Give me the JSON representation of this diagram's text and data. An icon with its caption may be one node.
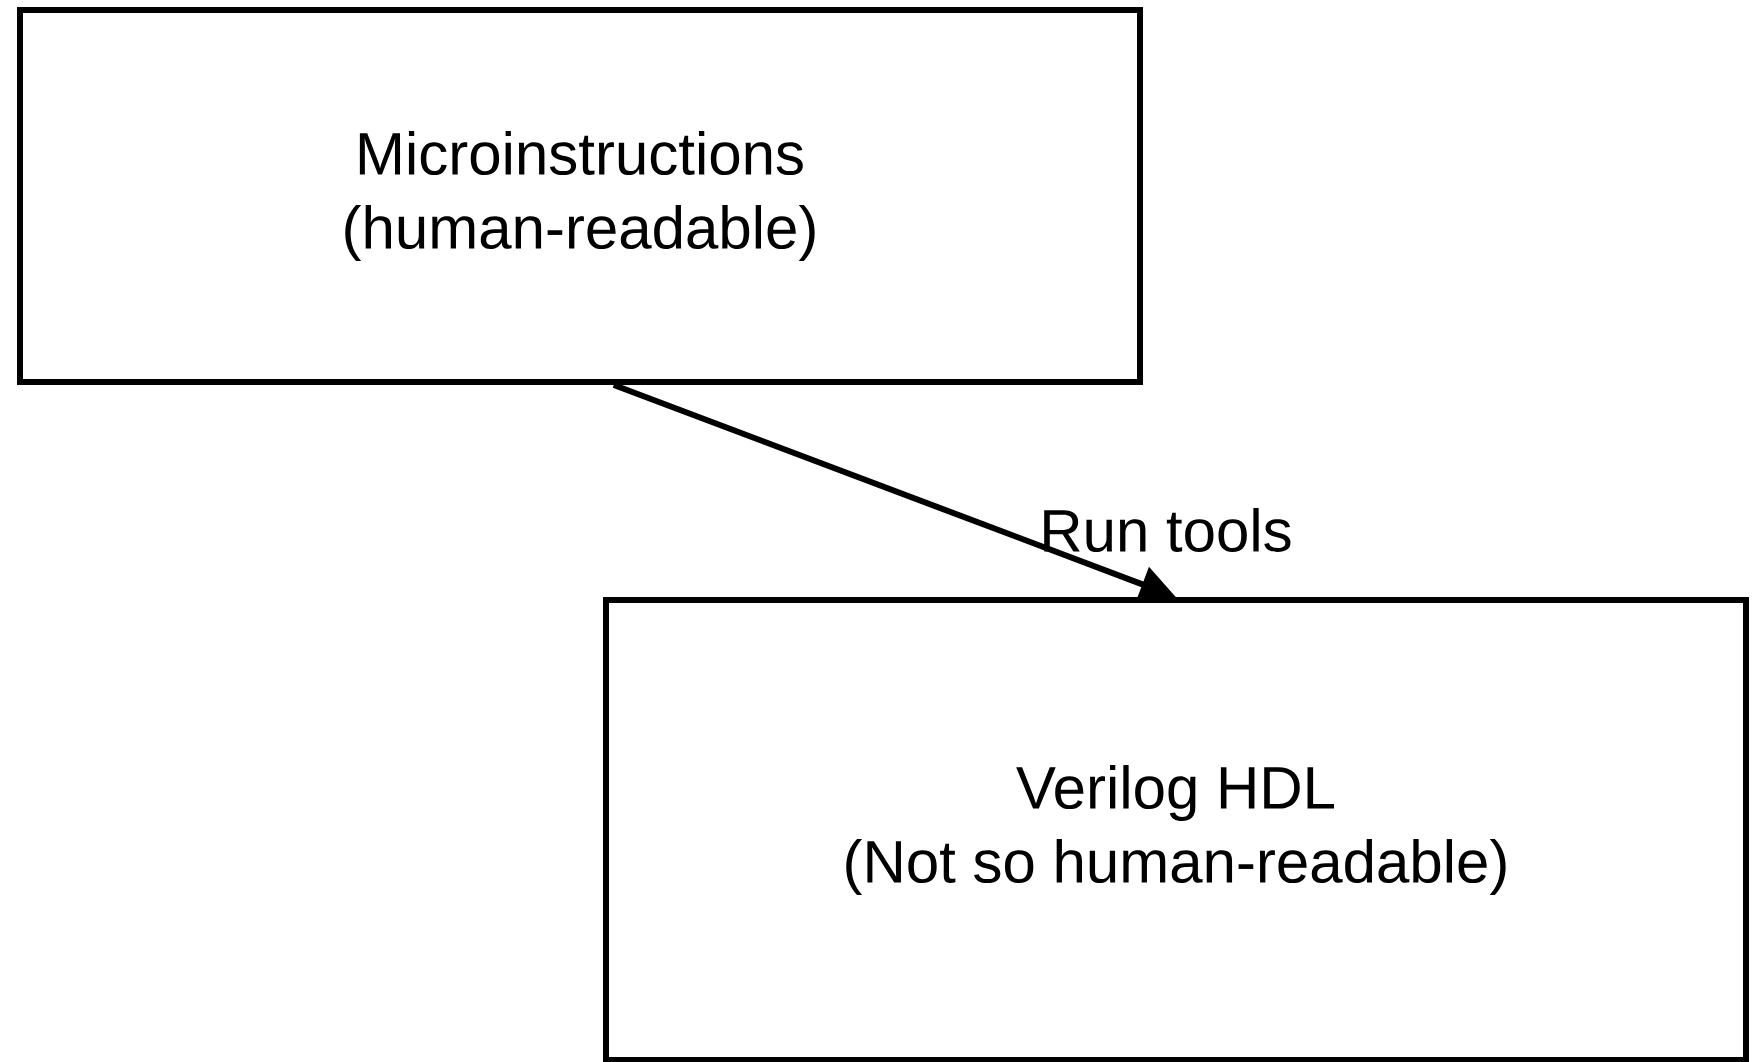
{
  "diagram": {
    "nodes": [
      {
        "text": [
          "Microinstructions",
          "(human-readable)"
        ]
      },
      {
        "text": [
          "Verilog HDL",
          "(Not so human-readable)"
        ]
      }
    ],
    "edges": [
      {
        "from": 0,
        "to": 1,
        "arrow": "to",
        "label": "Run tools"
      }
    ]
  }
}
